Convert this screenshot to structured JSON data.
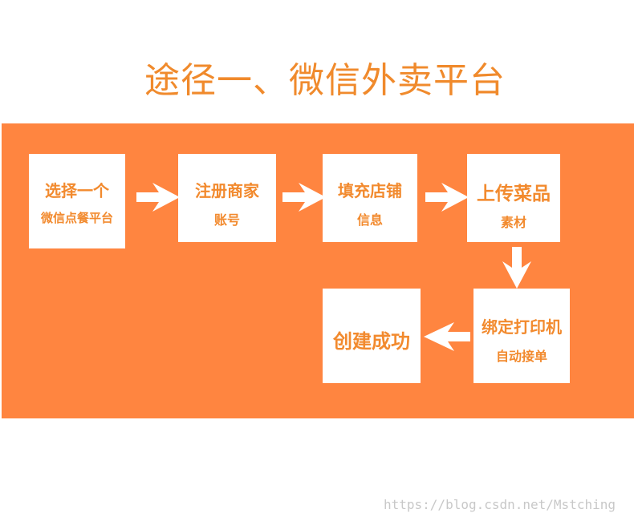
{
  "title": "途径一、微信外卖平台",
  "steps": [
    {
      "line1": "选择一个",
      "line2": "微信点餐平台"
    },
    {
      "line1": "注册商家",
      "line2": "账号"
    },
    {
      "line1": "填充店铺",
      "line2": "信息"
    },
    {
      "line1": "上传菜品",
      "line2": "素材"
    },
    {
      "line1": "绑定打印机",
      "line2": "自动接单"
    },
    {
      "line1": "创建成功"
    }
  ],
  "watermark": "https://blog.csdn.net/Mstching",
  "colors": {
    "panel": "#ff8540",
    "title": "#f08a2c",
    "box_text": "#f28a2e",
    "box_bg": "#ffffff",
    "arrow": "#ffffff"
  }
}
